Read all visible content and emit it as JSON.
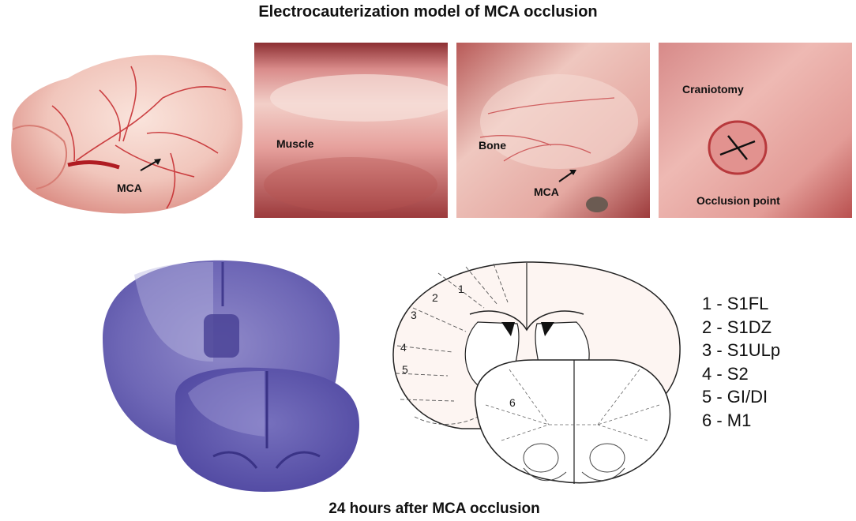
{
  "title": "Electrocauterization model of MCA occlusion",
  "caption": "24 hours after MCA occlusion",
  "photos": {
    "brain": {
      "label_mca": "MCA"
    },
    "muscle": {
      "label": "Muscle"
    },
    "bone": {
      "label": "Bone",
      "label_mca": "MCA"
    },
    "craniotomy": {
      "label": "Craniotomy",
      "label_point": "Occlusion point"
    }
  },
  "atlas_regions": [
    "1",
    "2",
    "3",
    "4",
    "5",
    "6"
  ],
  "legend": [
    "1 - S1FL",
    "2 - S1DZ",
    "3 - S1ULp",
    "4 - S2",
    "5 - GI/DI",
    "6 - M1"
  ]
}
